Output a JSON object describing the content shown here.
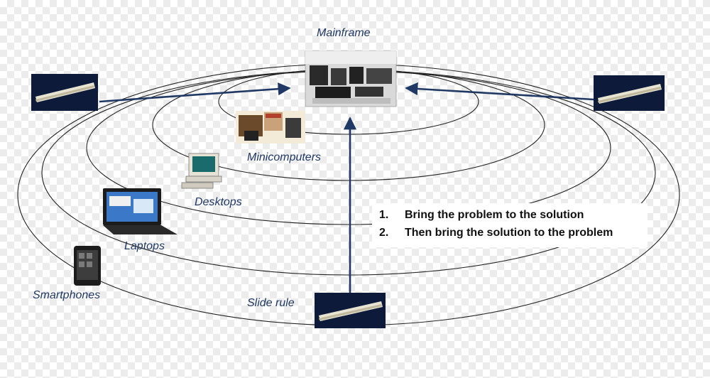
{
  "labels": {
    "mainframe": "Mainframe",
    "minicomputers": "Minicomputers",
    "desktops": "Desktops",
    "laptops": "Laptops",
    "smartphones": "Smartphones",
    "slide_rule": "Slide rule"
  },
  "steps": [
    {
      "num": "1.",
      "text": "Bring the problem to the solution"
    },
    {
      "num": "2.",
      "text": "Then bring the solution to the problem"
    }
  ],
  "colors": {
    "arrow": "#1f3864",
    "ring": "#222222",
    "label": "#1f3864",
    "photo_bg": "#0d1a3a"
  },
  "icons": {
    "mainframe": "mainframe-photo",
    "minicomputers": "minicomputer-photo",
    "desktops": "desktop-computer-icon",
    "laptops": "laptop-icon",
    "smartphones": "smartphone-icon",
    "slide_rule": "slide-rule-photo"
  }
}
